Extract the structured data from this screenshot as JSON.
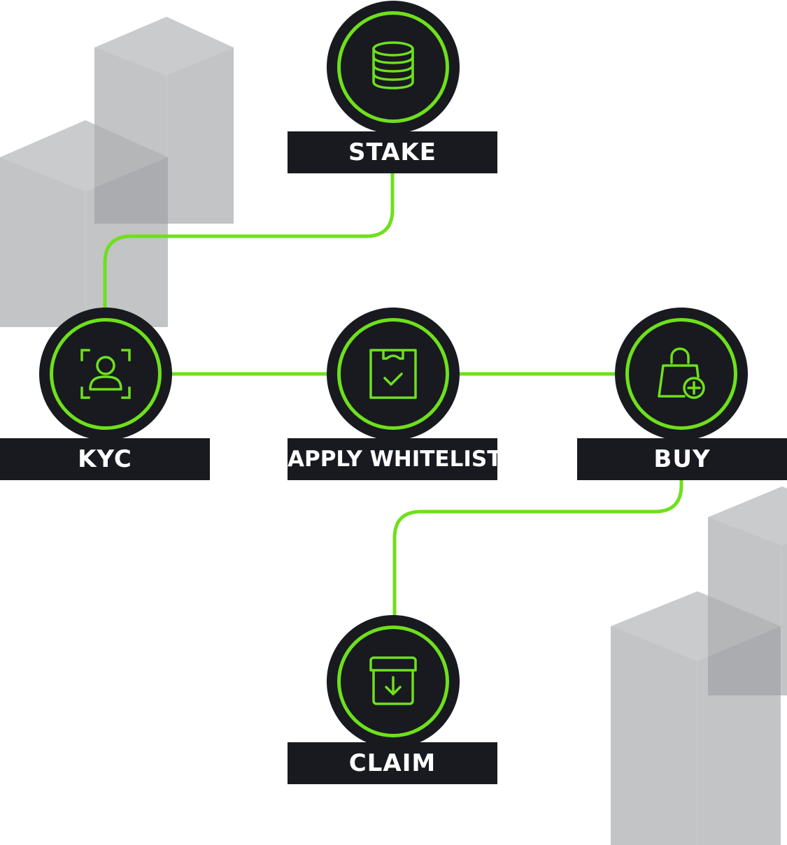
{
  "accent_color": "#6ee01c",
  "box_color": "#181a20",
  "decor_color": "#9a9ca0",
  "steps": [
    {
      "id": "stake",
      "label": "STAKE",
      "icon": "coin-stack-icon"
    },
    {
      "id": "kyc",
      "label": "KYC",
      "icon": "face-scan-icon"
    },
    {
      "id": "apply_whitelist",
      "label": "APPLY WHITELIST",
      "icon": "clipboard-check-icon"
    },
    {
      "id": "buy",
      "label": "BUY",
      "icon": "shopping-bag-plus-icon"
    },
    {
      "id": "claim",
      "label": "CLAIM",
      "icon": "box-download-icon"
    }
  ]
}
